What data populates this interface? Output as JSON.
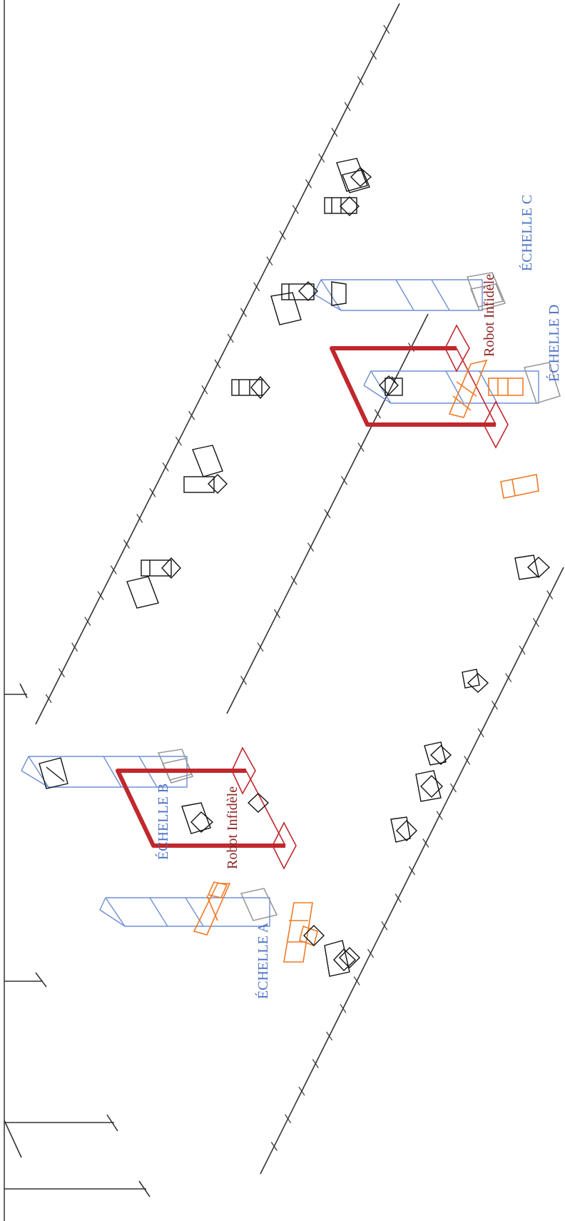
{
  "labels": {
    "echelle_a": "ÉCHELLE A",
    "echelle_b": "ÉCHELLE B",
    "echelle_c": "ÉCHELLE C",
    "echelle_d": "ÉCHELLE D",
    "robot_1": "Robot Infidèle",
    "robot_2": "Robot Infidèle"
  },
  "colors": {
    "ladder": "#6e8fd6",
    "robot_frame": "#c0282d",
    "robot_label": "#8a1f1f",
    "ladder_label": "#4a6fc4",
    "orange_objects": "#f07a25",
    "black_objects": "#111111",
    "grey_objects": "#9a9a9a"
  }
}
